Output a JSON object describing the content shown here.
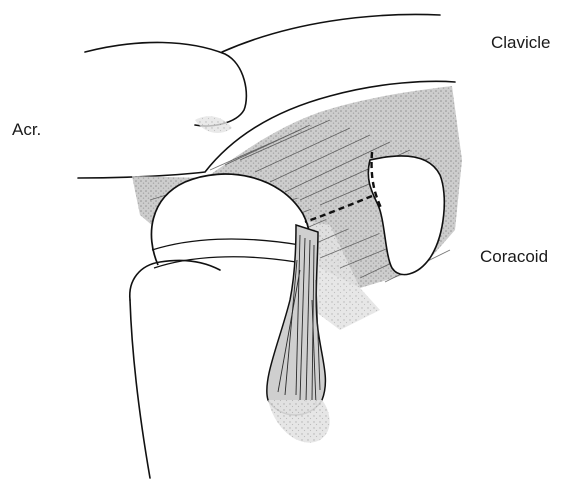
{
  "labels": {
    "clavicle": "Clavicle",
    "acromion": "Acr.",
    "coracoid": "Coracoid"
  },
  "colors": {
    "line": "#111111",
    "shading": "#9a9a9a",
    "background": "#ffffff"
  }
}
